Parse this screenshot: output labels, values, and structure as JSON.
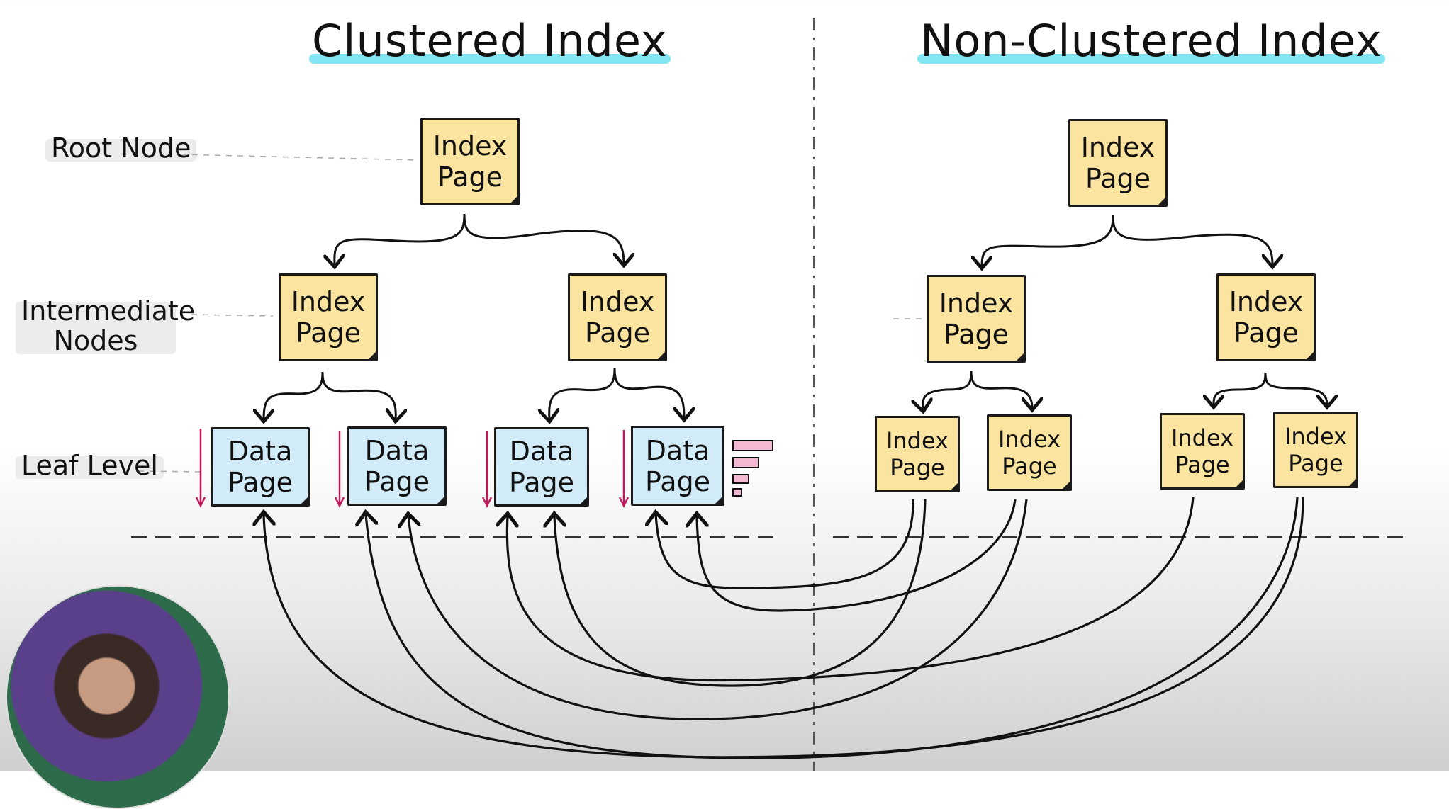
{
  "titles": {
    "left": "Clustered Index",
    "right": "Non-Clustered Index"
  },
  "levels": {
    "root": "Root Node",
    "intermediate_line1": "Intermediate",
    "intermediate_line2": "Nodes",
    "leaf": "Leaf Level"
  },
  "node_text": {
    "index_line1": "Index",
    "index_line2": "Page",
    "data_line1": "Data",
    "data_line2": "Page"
  },
  "colors": {
    "index_page": "#fbe3a0",
    "data_page": "#d2ebf8",
    "title_highlight": "#6fe0f2",
    "sort_arrow": "#c2185b"
  }
}
